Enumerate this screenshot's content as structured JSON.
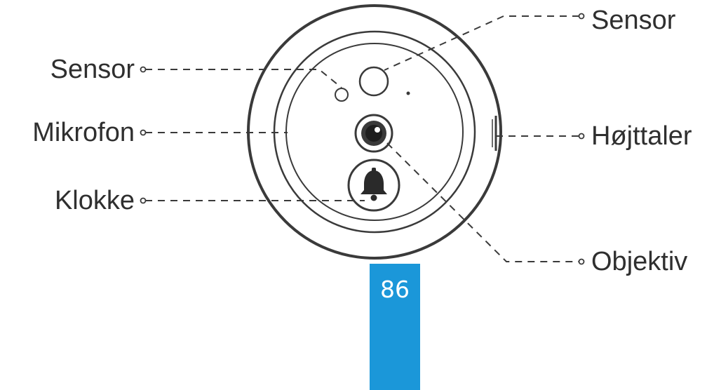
{
  "labels": {
    "sensor_left": "Sensor",
    "sensor_right": "Sensor",
    "microphone": "Mikrofon",
    "speaker": "Højttaler",
    "bell": "Klokke",
    "lens": "Objektiv"
  },
  "page_number": "86",
  "colors": {
    "line": "#3a3a3a",
    "text": "#2f2f2f",
    "page_tab": "#1b97d9",
    "page_text": "#ffffff"
  },
  "icons": {
    "bell": "bell-icon"
  }
}
